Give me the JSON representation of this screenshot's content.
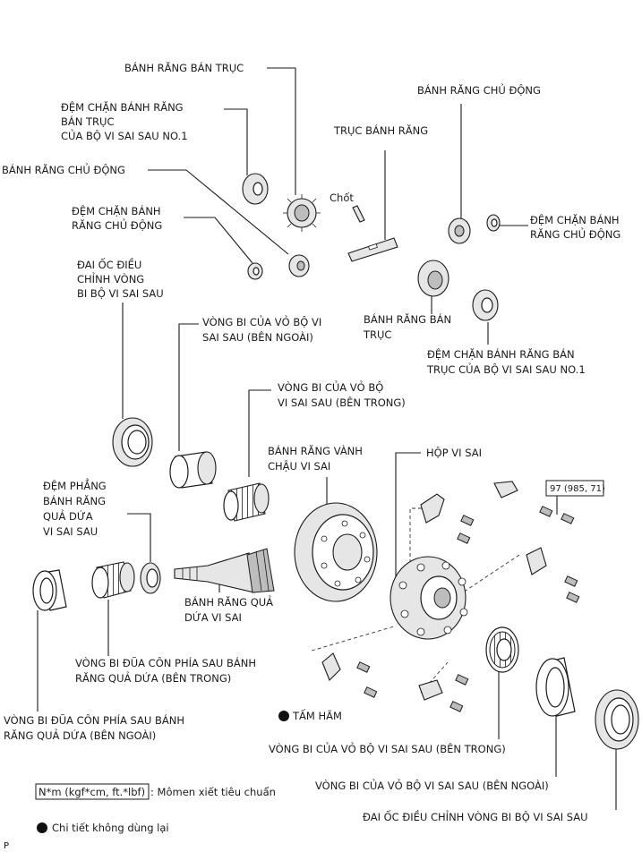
{
  "labels": {
    "side_gear_top": "BÁNH RĂNG BÁN TRỤC",
    "side_washer_left_1": "ĐỆM CHẶN BÁNH RĂNG",
    "side_washer_left_2": "BÁN TRỤC",
    "side_washer_left_3": "CỦA BỘ VI SAI SAU NO.1",
    "drive_gear_left": "BÁNH RĂNG CHỦ ĐỘNG",
    "drive_washer_left_1": "ĐỆM CHẶN BÁNH",
    "drive_washer_left_2": "RĂNG CHỦ ĐỘNG",
    "pinion_shaft": "TRỤC BÁNH RĂNG",
    "pin": "Chốt",
    "drive_gear_right": "BÁNH RĂNG CHỦ ĐỘNG",
    "drive_washer_right_1": "ĐỆM CHẶN BÁNH",
    "drive_washer_right_2": "RĂNG CHỦ ĐỘNG",
    "adj_nut_left_1": "ĐAI ỐC ĐIỀU",
    "adj_nut_left_2": "CHỈNH VÒNG",
    "adj_nut_left_3": "BI BỘ VI SAI SAU",
    "side_gear_mid_1": "BÁNH RĂNG BÁN",
    "side_gear_mid_2": "TRỤC",
    "side_washer_right_1": "ĐỆM CHẶN BÁNH RĂNG BÁN",
    "side_washer_right_2": "TRỤC CỦA BỘ VI SAI SAU NO.1",
    "case_brg_outer_top_1": "VÒNG BI CỦA VỎ BỘ VI",
    "case_brg_outer_top_2": "SAI SAU (BÊN NGOÀI)",
    "case_brg_inner_top_1": "VÒNG BI CỦA VỎ BỘ",
    "case_brg_inner_top_2": "VI SAI SAU (BÊN TRONG)",
    "ring_gear_1": "BÁNH RĂNG VÀNH",
    "ring_gear_2": "CHẬU VI SAI",
    "diff_case": "HỘP VI SAI",
    "torque_box": "97 (985, 71)",
    "pinion_washer_1": "ĐỆM PHẲNG",
    "pinion_washer_2": "BÁNH RĂNG",
    "pinion_washer_3": "QUẢ DỨA",
    "pinion_washer_4": "VI SAI SAU",
    "drive_pinion_1": "BÁNH RĂNG QUẢ",
    "drive_pinion_2": "DỨA VI SAI",
    "rear_brg_inner_1": "VÒNG BI ĐŨA CÔN PHÍA SAU BÁNH",
    "rear_brg_inner_2": "RĂNG QUẢ DỨA (BÊN TRONG)",
    "rear_brg_outer_1": "VÒNG BI ĐŨA CÔN PHÍA SAU BÁNH",
    "rear_brg_outer_2": "RĂNG QUẢ DỨA (BÊN NGOÀI)",
    "lock_plate": "TẤM HÃM",
    "case_brg_inner_bottom": "VÒNG BI CỦA VỎ BỘ VI SAI SAU (BÊN TRONG)",
    "case_brg_outer_bottom": "VÒNG BI CỦA VỎ BỘ VI SAI SAU (BÊN NGOÀI)",
    "adj_nut_bottom": "ĐAI ỐC ĐIỀU CHỈNH VÒNG BI BỘ VI SAI SAU"
  },
  "legend": {
    "torque_unit": "N*m (kgf*cm, ft.*lbf)",
    "torque_desc": ": Mômen xiết tiêu chuẩn",
    "non_reusable": "Chi tiết không dùng lại"
  },
  "corner_mark": "P"
}
